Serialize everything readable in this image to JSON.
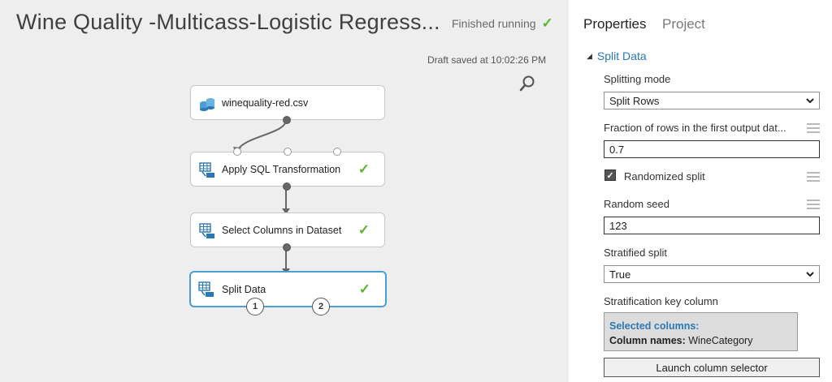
{
  "experiment": {
    "title": "Wine Quality -Multicass-Logistic Regress...",
    "status_text": "Finished running",
    "draft_saved": "Draft saved at 10:02:26 PM"
  },
  "modules": [
    {
      "label": "winequality-red.csv",
      "icon": "dataset-icon",
      "finished": false
    },
    {
      "label": "Apply SQL Transformation",
      "icon": "module-icon",
      "finished": true
    },
    {
      "label": "Select Columns in Dataset",
      "icon": "module-icon",
      "finished": true
    },
    {
      "label": "Split Data",
      "icon": "module-icon",
      "finished": true,
      "selected": true
    }
  ],
  "output_ports": [
    "1",
    "2"
  ],
  "properties": {
    "tabs": [
      "Properties",
      "Project"
    ],
    "section": "Split Data",
    "splitting_mode_label": "Splitting mode",
    "splitting_mode_value": "Split Rows",
    "fraction_label": "Fraction of rows in the first output dat...",
    "fraction_value": "0.7",
    "randomized_label": "Randomized split",
    "randomized_checked": true,
    "seed_label": "Random seed",
    "seed_value": "123",
    "stratified_label": "Stratified split",
    "stratified_value": "True",
    "strat_key_label": "Stratification key column",
    "selected_columns_title": "Selected columns:",
    "column_names_key": "Column names:",
    "column_names_value": "WineCategory",
    "launch_button": "Launch column selector"
  },
  "colors": {
    "accent": "#2b78b5",
    "check_green": "#5cb531",
    "selected_border": "#4a9fd6",
    "canvas_bg": "#eeeeee"
  }
}
